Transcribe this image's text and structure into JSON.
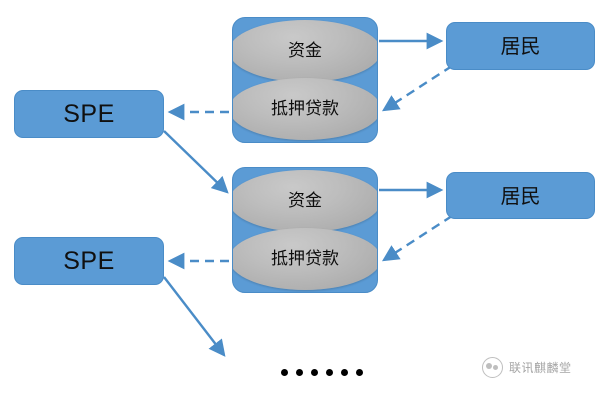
{
  "diagram": {
    "title": "SPE mortgage securitization flow",
    "colors": {
      "node_fill": "#5B9BD5",
      "node_border": "#4A8CC7",
      "ellipse_fill": "#B5B5B5",
      "connector": "#4A8CC7",
      "dot": "#000000",
      "background": "#FFFFFF"
    },
    "nodes": {
      "spe_top": {
        "label": "SPE"
      },
      "spe_bottom": {
        "label": "SPE"
      },
      "resident_top": {
        "label": "居民"
      },
      "resident_bottom": {
        "label": "居民"
      },
      "pool_top": {
        "funds_label": "资金",
        "mortgage_label": "抵押贷款"
      },
      "pool_bottom": {
        "funds_label": "资金",
        "mortgage_label": "抵押贷款"
      }
    },
    "ellipsis": {
      "count": 6
    },
    "watermark": {
      "text": "联讯麒麟堂",
      "logo_name": "lianxun-logo-icon"
    }
  }
}
